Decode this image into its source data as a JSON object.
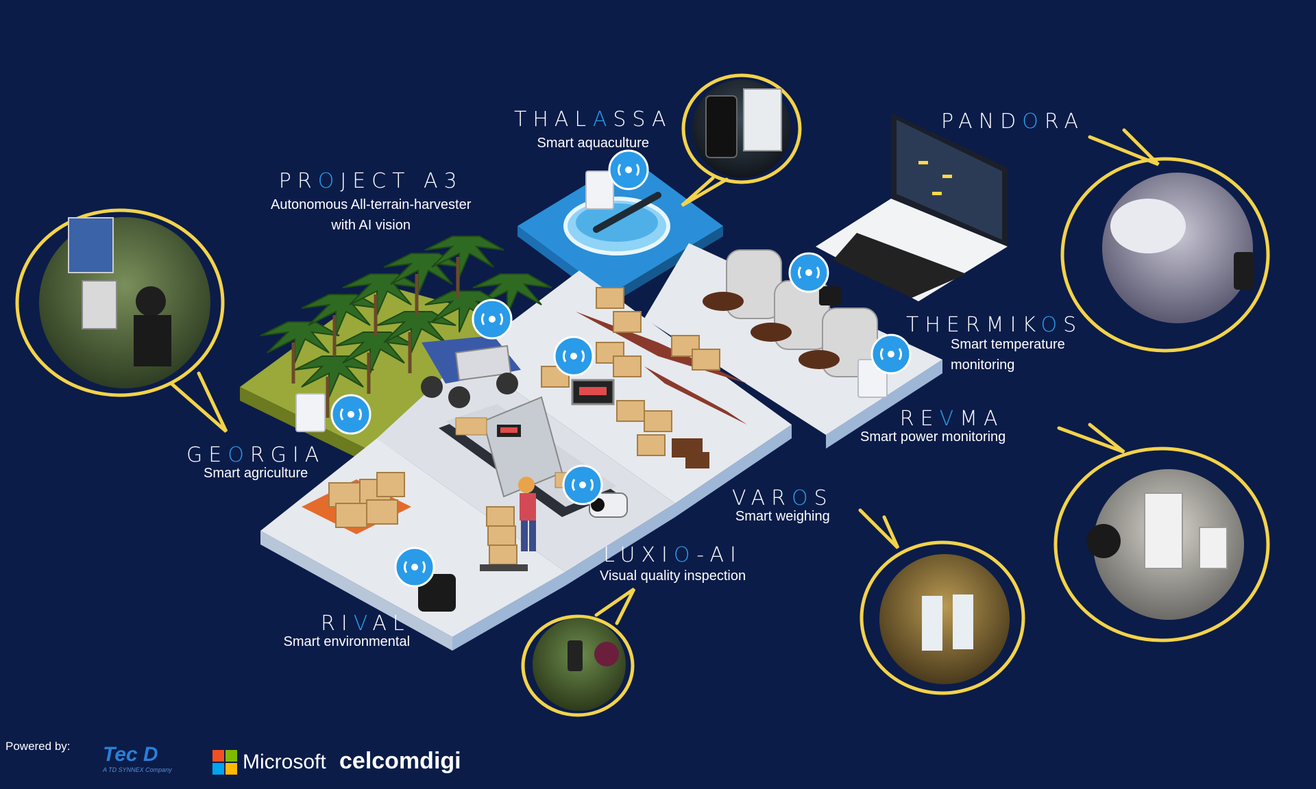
{
  "labels": {
    "thalassa": {
      "brand_pre": "THAL",
      "brand_accent": "A",
      "brand_post": "SSA",
      "subtitle": "Smart aquaculture"
    },
    "project_a3": {
      "brand_pre": "PR",
      "brand_accent": "O",
      "brand_post": "JECT A3",
      "subtitle_1": "Autonomous All-terrain-harvester",
      "subtitle_2": "with AI vision"
    },
    "pandora": {
      "brand_pre": "PAND",
      "brand_accent": "O",
      "brand_post": "RA"
    },
    "thermikos": {
      "brand_pre": "THERMIK",
      "brand_accent": "O",
      "brand_post": "S",
      "subtitle_1": "Smart temperature",
      "subtitle_2": "monitoring"
    },
    "revma": {
      "brand_pre": "RE",
      "brand_accent": "V",
      "brand_post": "MA",
      "subtitle": "Smart power monitoring"
    },
    "georgia": {
      "brand_pre": "GE",
      "brand_accent": "O",
      "brand_post": "RGIA",
      "subtitle": "Smart agriculture"
    },
    "varos": {
      "brand_pre": "VAR",
      "brand_accent": "O",
      "brand_post": "S",
      "subtitle": "Smart weighing"
    },
    "luxio": {
      "brand_pre": "LUXI",
      "brand_accent": "O",
      "brand_post": "-AI",
      "subtitle": "Visual quality inspection"
    },
    "rival": {
      "brand_pre": "RI",
      "brand_accent": "V",
      "brand_post": "AL",
      "subtitle": "Smart environmental"
    }
  },
  "footer": {
    "powered_by": "Powered by:",
    "tecd": "Tec D",
    "tecd_sub": "A TD SYNNEX Company",
    "microsoft": "Microsoft",
    "celcomdigi": "celcomdigi"
  },
  "colors": {
    "background": "#0b1c49",
    "accent_blue": "#2a9be8",
    "bubble_outline": "#f3d34a",
    "floor_light": "#e6e9ee",
    "floor_edge": "#9fb7d6",
    "water": "#2a8fd8",
    "grass": "#9aa93a"
  }
}
